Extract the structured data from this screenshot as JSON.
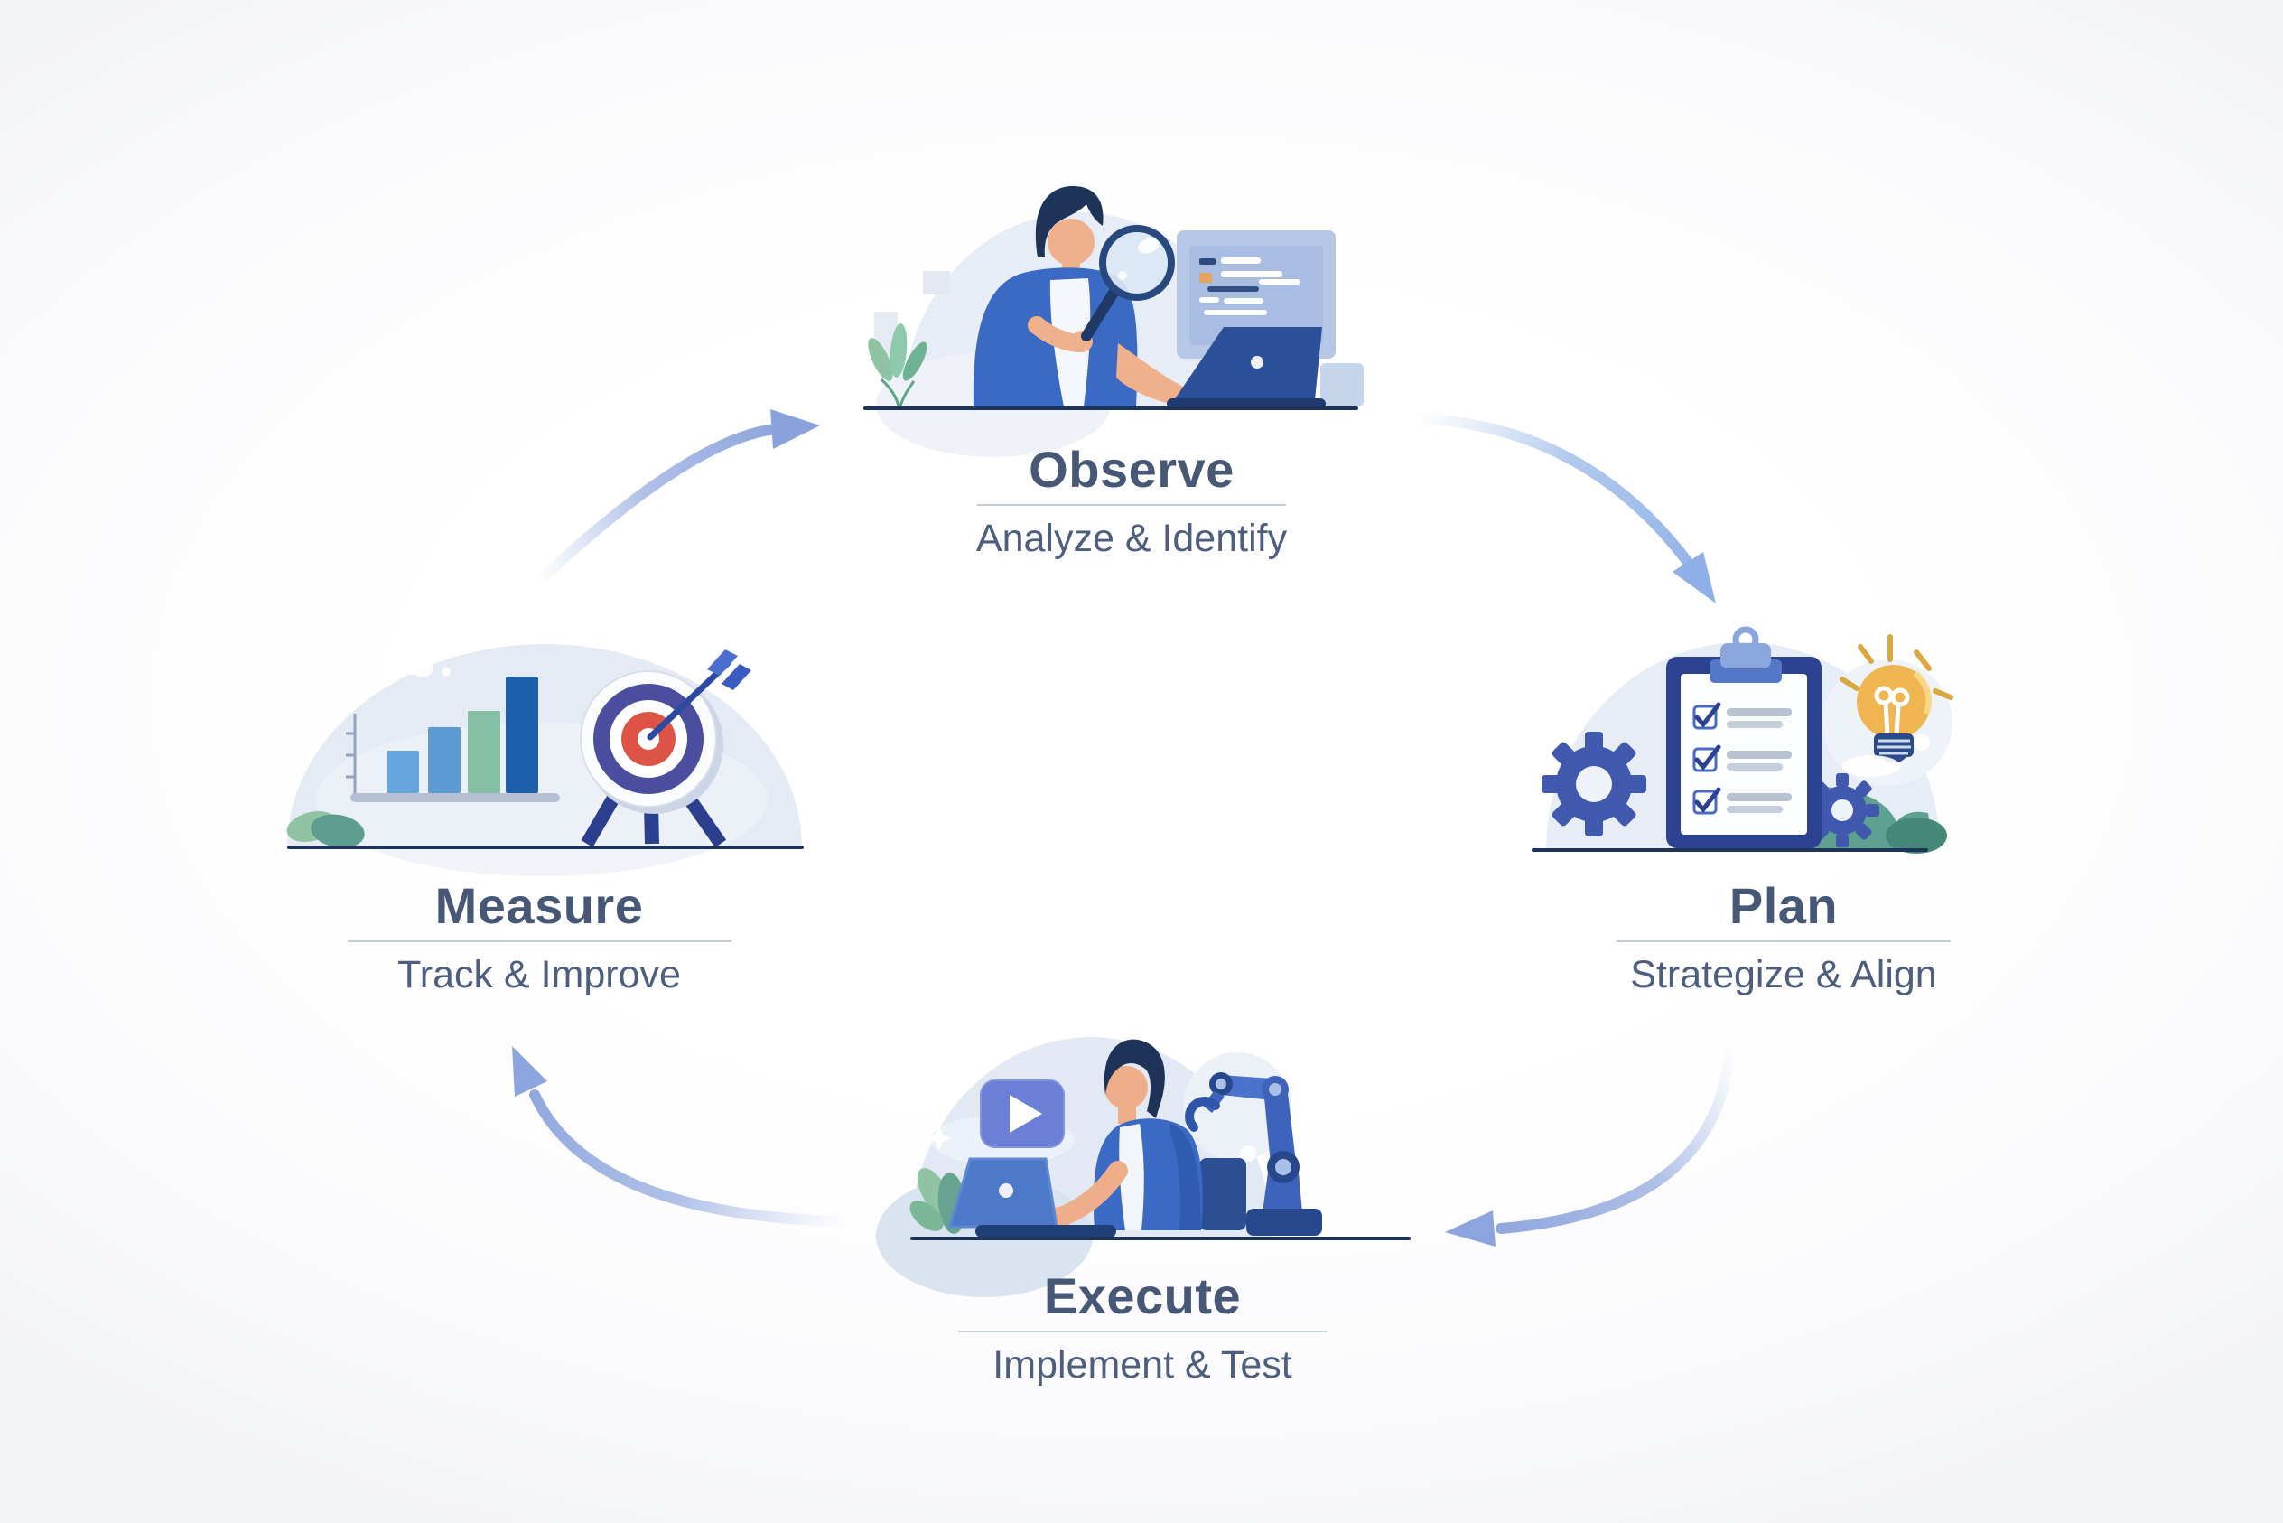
{
  "diagram": {
    "type": "cycle-process",
    "stages": [
      {
        "id": "observe",
        "title": "Observe",
        "subtitle": "Analyze & Identify",
        "illustration": [
          "person",
          "magnifier-icon",
          "monitor-icon",
          "laptop-icon",
          "plant-icon"
        ]
      },
      {
        "id": "plan",
        "title": "Plan",
        "subtitle": "Strategize & Align",
        "illustration": [
          "clipboard-icon",
          "checklist-icon",
          "gear-icon",
          "lightbulb-icon",
          "bush-icon"
        ]
      },
      {
        "id": "execute",
        "title": "Execute",
        "subtitle": "Implement & Test",
        "illustration": [
          "person",
          "laptop-icon",
          "robot-arm-icon",
          "play-button-icon",
          "leaves-icon",
          "sparkle-icon"
        ]
      },
      {
        "id": "measure",
        "title": "Measure",
        "subtitle": "Track & Improve",
        "illustration": [
          "bar-chart-icon",
          "target-icon",
          "dart-icon",
          "cloud-icon",
          "leaves-icon"
        ]
      }
    ],
    "arrows": [
      {
        "from": "measure",
        "to": "observe"
      },
      {
        "from": "observe",
        "to": "plan"
      },
      {
        "from": "plan",
        "to": "execute"
      },
      {
        "from": "execute",
        "to": "measure"
      }
    ]
  },
  "colors": {
    "background": "#fbfbfd",
    "title_text": "#475776",
    "subtitle_text": "#4e5e7e",
    "divider": "#c5cdd8",
    "arrow": "#8da6dd",
    "dome": "#e6edf7",
    "navy": "#1d3357",
    "primary_blue": "#3b6ac5",
    "skin": "#efb08c",
    "leaf_green": "#8fc3a4",
    "teal": "#5fa190",
    "gear_blue": "#4059ae",
    "bulb_yellow": "#efb551",
    "target_red": "#dd5447",
    "target_purple": "#4b4e9e",
    "play_button": "#6b7fd7",
    "laptop_navy": "#2c509a",
    "screen_light": "#b6c7e7"
  }
}
